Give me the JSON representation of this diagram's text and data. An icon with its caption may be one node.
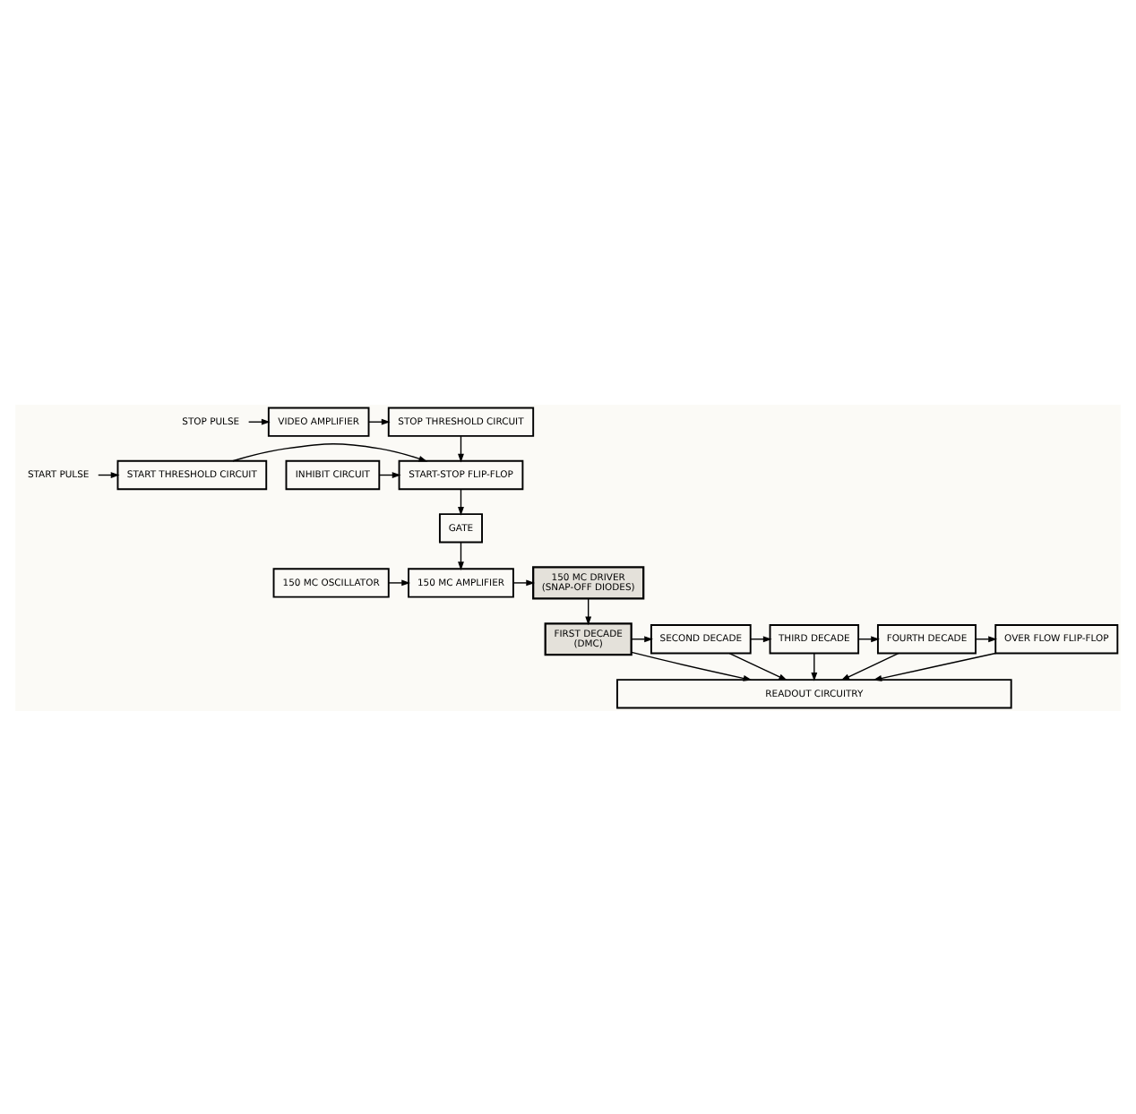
{
  "diagram": {
    "nodes": [
      {
        "text": [
          "STOP PULSE"
        ]
      },
      {
        "text": [
          "VIDEO AMPLIFIER"
        ]
      },
      {
        "text": [
          "STOP THRESHOLD CIRCUIT"
        ]
      },
      {
        "text": [
          "START PULSE"
        ]
      },
      {
        "text": [
          "START THRESHOLD CIRCUIT"
        ]
      },
      {
        "text": [
          "START-STOP FLIP-FLOP"
        ]
      },
      {
        "text": [
          "INHIBIT CIRCUIT"
        ]
      },
      {
        "text": [
          "GATE"
        ]
      },
      {
        "text": [
          "150 MC OSCILLATOR"
        ]
      },
      {
        "text": [
          "150 MC AMPLIFIER"
        ]
      },
      {
        "text": [
          "150 MC DRIVER",
          "(SNAP-OFF DIODES)"
        ]
      },
      {
        "text": [
          "FIRST DECADE",
          "(DMC)"
        ]
      },
      {
        "text": [
          "SECOND DECADE"
        ]
      },
      {
        "text": [
          "THIRD DECADE"
        ]
      },
      {
        "text": [
          "FOURTH DECADE"
        ]
      },
      {
        "text": [
          "OVER FLOW FLIP-FLOP"
        ]
      },
      {
        "text": [
          "READOUT CIRCUITRY"
        ]
      }
    ],
    "edges": [
      {
        "from": 0,
        "to": 1,
        "arrow": "to"
      },
      {
        "from": 1,
        "to": 2,
        "arrow": "to"
      },
      {
        "from": 2,
        "to": 5,
        "arrow": "to"
      },
      {
        "from": 3,
        "to": 4,
        "arrow": "to"
      },
      {
        "from": 4,
        "to": 5,
        "arrow": "to"
      },
      {
        "from": 6,
        "to": 5,
        "arrow": "to"
      },
      {
        "from": 5,
        "to": 7,
        "arrow": "to"
      },
      {
        "from": 7,
        "to": 9,
        "arrow": "to"
      },
      {
        "from": 8,
        "to": 9,
        "arrow": "to"
      },
      {
        "from": 9,
        "to": 10,
        "arrow": "to"
      },
      {
        "from": 10,
        "to": 11,
        "arrow": "to"
      },
      {
        "from": 11,
        "to": 12,
        "arrow": "to"
      },
      {
        "from": 12,
        "to": 13,
        "arrow": "to"
      },
      {
        "from": 13,
        "to": 14,
        "arrow": "to"
      },
      {
        "from": 14,
        "to": 15,
        "arrow": "to"
      },
      {
        "from": 11,
        "to": 16,
        "arrow": "to"
      },
      {
        "from": 12,
        "to": 16,
        "arrow": "to"
      },
      {
        "from": 13,
        "to": 16,
        "arrow": "to"
      },
      {
        "from": 14,
        "to": 16,
        "arrow": "to"
      },
      {
        "from": 15,
        "to": 16,
        "arrow": "to"
      }
    ]
  }
}
